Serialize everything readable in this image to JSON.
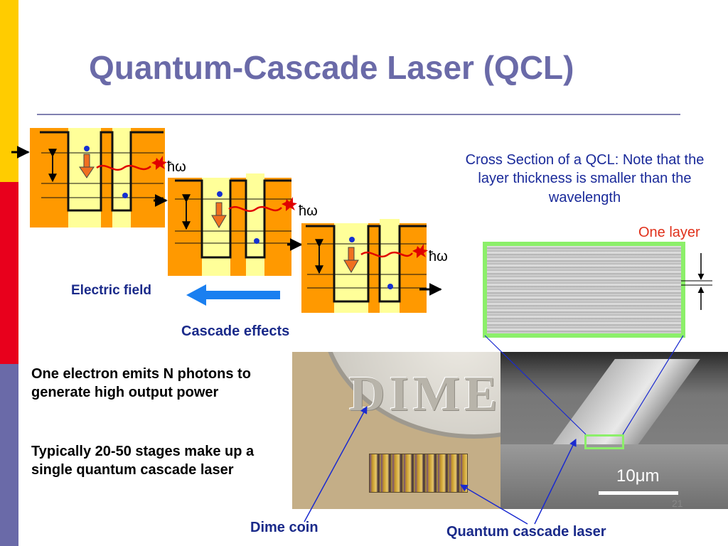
{
  "slide": {
    "title": "Quantum-Cascade Laser (QCL)",
    "page_number": "21"
  },
  "energy_diagram": {
    "photon_label": "ħω",
    "field_label": "Electric field",
    "cascade_label": "Cascade effects"
  },
  "cross_section": {
    "note": "Cross Section of a QCL: Note that the layer thickness is smaller than the wavelength",
    "layer_label": "One layer"
  },
  "body": {
    "paragraph_1": "One electron emits N photons to generate high output power",
    "paragraph_2": "Typically 20-50 stages make up a single quantum cascade laser"
  },
  "photos": {
    "coin_text": "DIME",
    "scale_label": "10μm",
    "dime_caption": "Dime coin",
    "qcl_caption": "Quantum cascade laser"
  },
  "colors": {
    "title": "#6a6aa8",
    "bar_yellow": "#ffcc00",
    "bar_red": "#e8001c",
    "bar_blue": "#6a6aa8",
    "well_orange": "#ff9900",
    "well_yellow": "#ffff99",
    "label_blue": "#1a2a8a",
    "layer_red": "#e0301a",
    "frame_green": "#8cef6a"
  }
}
